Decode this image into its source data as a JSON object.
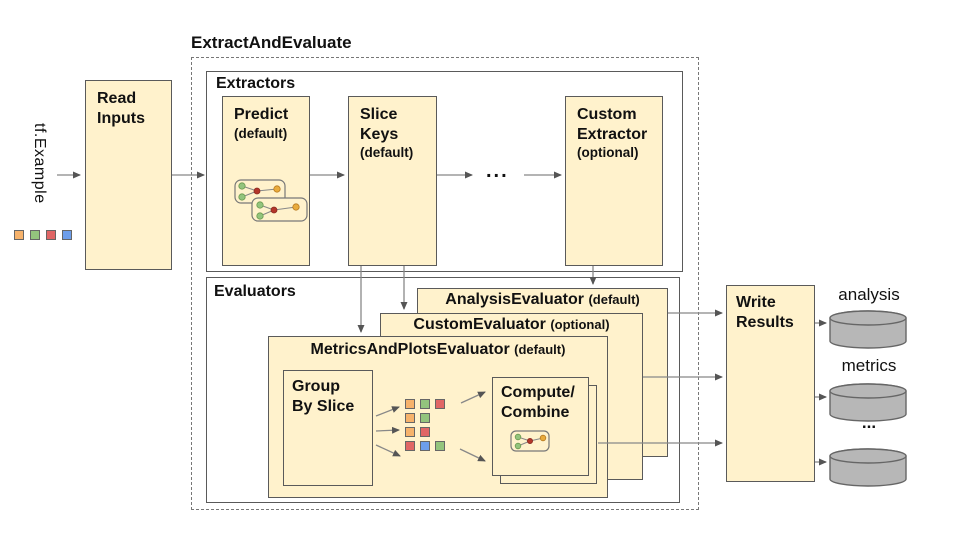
{
  "palette": {
    "box_fill": "#FFF2CC",
    "box_border": "#5a5a5a",
    "arrow": "#888888",
    "cylinder_fill": "#b7b7b7",
    "orange": "#F6B26B",
    "green": "#93C47D",
    "red": "#E06666",
    "blue": "#6D9EEB"
  },
  "title": "ExtractAndEvaluate",
  "input": {
    "label": "tf.Example",
    "squares": [
      "orange",
      "green",
      "red",
      "blue"
    ]
  },
  "read_inputs": {
    "label": "Read\nInputs"
  },
  "extractors": {
    "label": "Extractors",
    "predict": {
      "title": "Predict",
      "subtitle": "(default)"
    },
    "slice_keys": {
      "title": "Slice\nKeys",
      "subtitle": "(default)"
    },
    "ellipsis": "...",
    "custom_extractor": {
      "title": "Custom\nExtractor",
      "subtitle": "(optional)"
    }
  },
  "evaluators": {
    "label": "Evaluators",
    "analysis_evaluator": {
      "title": "AnalysisEvaluator",
      "subtitle": "(default)"
    },
    "custom_evaluator": {
      "title": "CustomEvaluator",
      "subtitle": "(optional)"
    },
    "metrics_and_plots_evaluator": {
      "title": "MetricsAndPlotsEvaluator",
      "subtitle": "(default)"
    },
    "group_by_slice": {
      "label": "Group\nBy Slice"
    },
    "slice_groups": [
      [
        "orange",
        "green",
        "red"
      ],
      [
        "orange",
        "green"
      ],
      [
        "orange",
        "red"
      ],
      [
        "red",
        "blue",
        "green"
      ]
    ],
    "compute_combine": {
      "label": "Compute/\nCombine"
    }
  },
  "write_results": {
    "label": "Write\nResults"
  },
  "outputs": [
    {
      "label": "analysis"
    },
    {
      "label": "metrics"
    },
    {
      "label": "..."
    }
  ]
}
